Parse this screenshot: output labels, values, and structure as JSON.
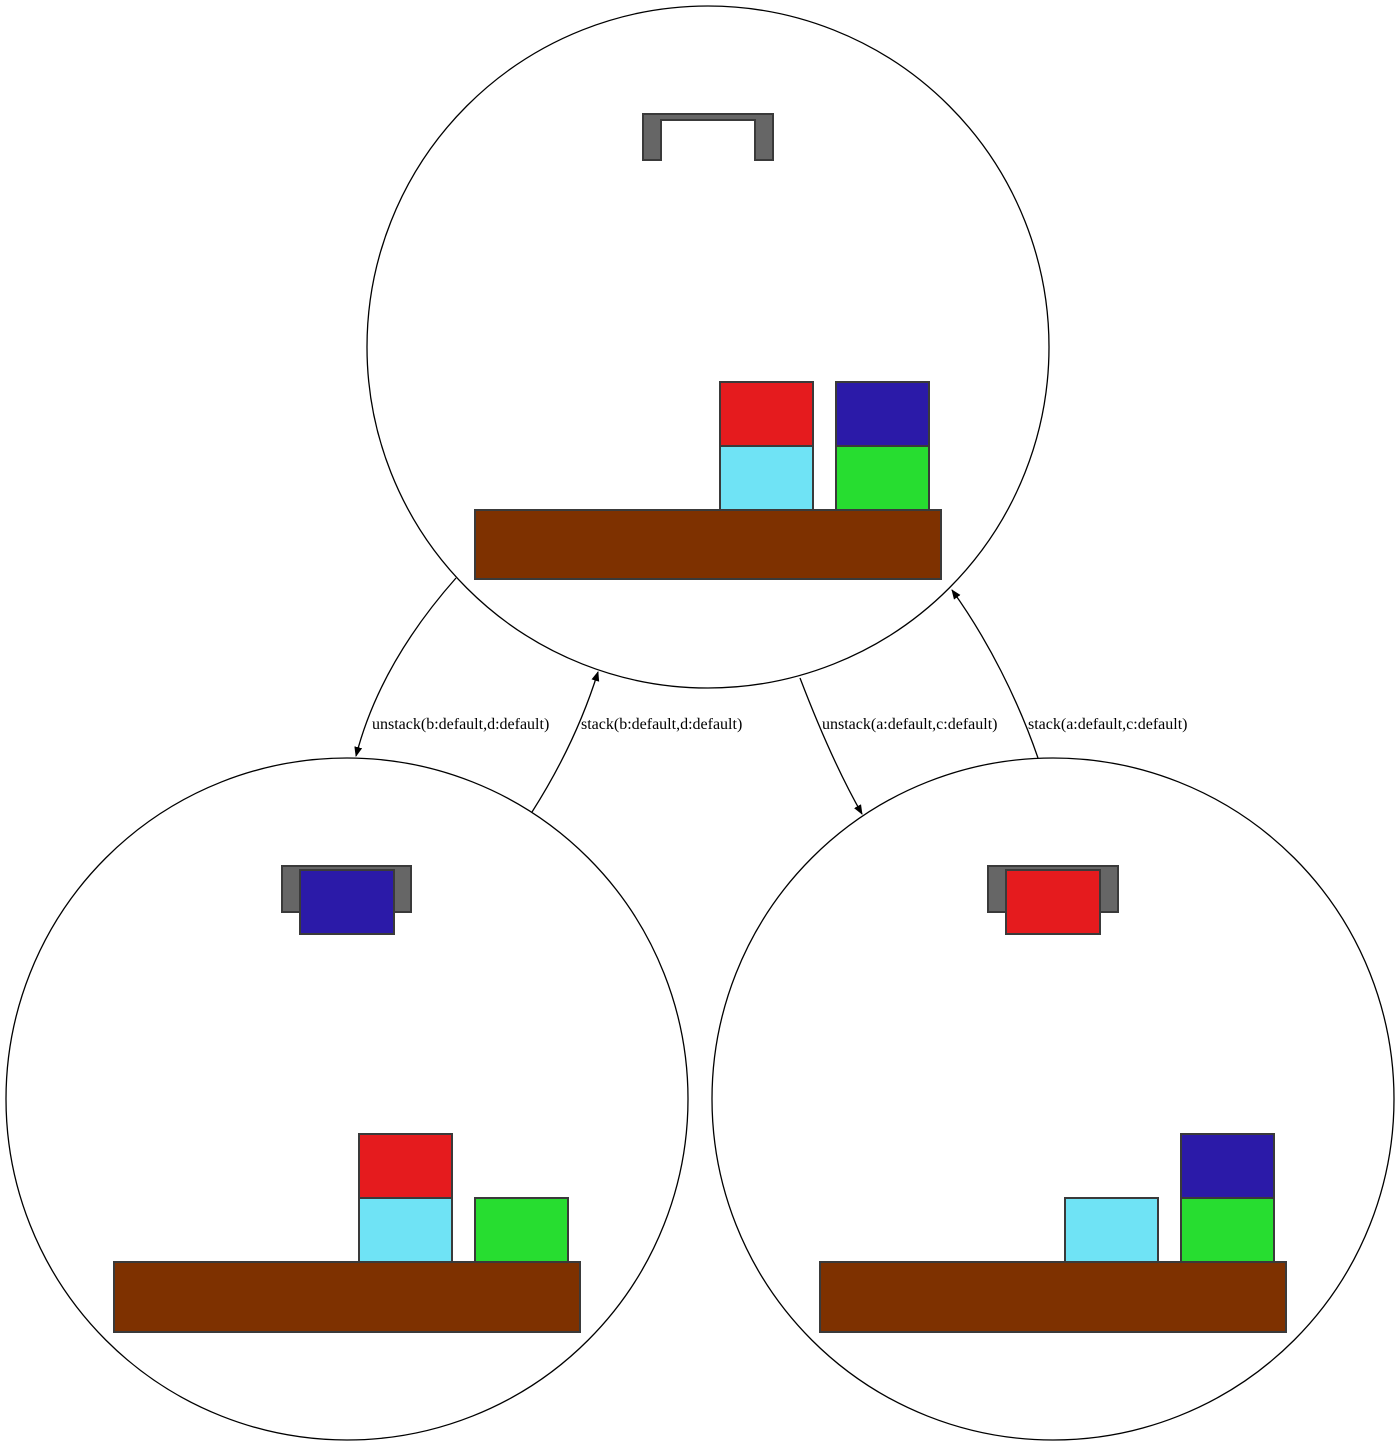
{
  "colors": {
    "block_a": "#e51b1e",
    "block_b": "#2b1aa8",
    "block_c": "#6fe3f5",
    "block_d": "#27dd30",
    "table": "#7e3100",
    "gripper": "#666666"
  },
  "edges": {
    "top_to_left": {
      "label": "unstack(b:default,d:default)"
    },
    "left_to_top": {
      "label": "stack(b:default,d:default)"
    },
    "top_to_right": {
      "label": "unstack(a:default,c:default)"
    },
    "right_to_top": {
      "label": "stack(a:default,c:default)"
    }
  },
  "states": {
    "top": {
      "gripper_holding": "",
      "stacks": [
        [
          "c",
          "a"
        ],
        [
          "d",
          "b"
        ]
      ]
    },
    "left": {
      "gripper_holding": "b",
      "stacks": [
        [
          "c",
          "a"
        ],
        [
          "d"
        ]
      ]
    },
    "right": {
      "gripper_holding": "a",
      "stacks": [
        [
          "c"
        ],
        [
          "d",
          "b"
        ]
      ]
    }
  }
}
